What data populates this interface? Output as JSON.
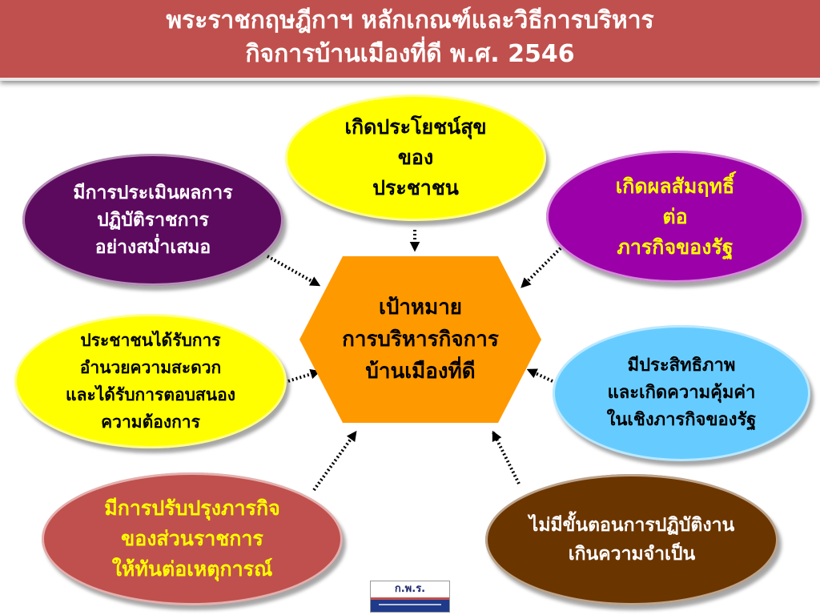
{
  "header": {
    "title_line1": "พระราชกฤษฎีกาฯ หลักเกณฑ์และวิธีการบริหาร",
    "title_line2": "กิจการบ้านเมืองที่ดี   พ.ศ. 2546",
    "background_color": "#c0504d",
    "text_color": "#ffffff"
  },
  "center": {
    "lines": [
      "เป้าหมาย",
      "การบริหารกิจการ",
      "บ้านเมืองที่ดี"
    ],
    "color": "#ff9900"
  },
  "nodes": {
    "top": {
      "lines": [
        "เกิดประโยชน์สุข",
        "ของ",
        "ประชาชน"
      ],
      "color": "#ffff00",
      "text_color": "#000000"
    },
    "top_left": {
      "lines": [
        "มีการประเมินผลการ",
        "ปฏิบัติราชการ",
        "อย่างสม่ำเสมอ"
      ],
      "color": "#5c0a5e",
      "text_color": "#ffffff"
    },
    "top_right": {
      "lines": [
        "เกิดผลสัมฤทธิ์",
        "ต่อ",
        "ภารกิจของรัฐ"
      ],
      "color": "#9c00a8",
      "text_color": "#ffff00"
    },
    "middle_left": {
      "lines": [
        "ประชาชนได้รับการ",
        "อำนวยความสะดวก",
        "และได้รับการตอบสนอง",
        "ความต้องการ"
      ],
      "color": "#ffff00",
      "text_color": "#000000"
    },
    "middle_right": {
      "lines": [
        "มีประสิทธิภาพ",
        "และเกิดความคุ้มค่า",
        "ในเชิงภารกิจของรัฐ"
      ],
      "color": "#66ccff",
      "text_color": "#000000"
    },
    "bottom_left": {
      "lines": [
        "มีการปรับปรุงภารกิจ",
        "ของส่วนราชการ",
        "ให้ทันต่อเหตุการณ์"
      ],
      "color": "#c0504d",
      "text_color": "#ffff00"
    },
    "bottom_right": {
      "lines": [
        "ไม่มีขั้นตอนการปฏิบัติงาน",
        "เกินความจำเป็น"
      ],
      "color": "#6b3500",
      "text_color": "#ffffff"
    }
  },
  "arrow_style": "dotted",
  "logo": {
    "text": "ก.พ.ร."
  }
}
